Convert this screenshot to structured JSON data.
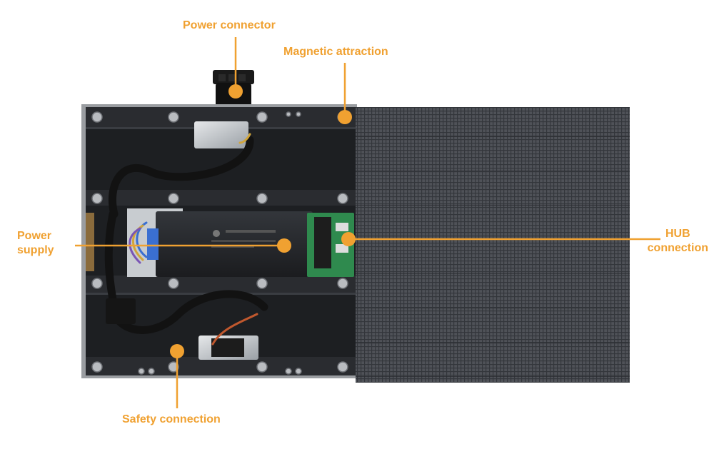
{
  "colors": {
    "accent": "#F0A131",
    "cabinet_frame": "#9a9da1",
    "cabinet_back": "#1d1f22",
    "rail": "#2a2c30",
    "panel_surface": "#4f5258",
    "panel_grid": "#33363b",
    "psu_body": "#24262a",
    "hub_board": "#2f8a4e",
    "cable_sleeve": "#121212"
  },
  "callouts": {
    "power_connector": {
      "label": "Power connector"
    },
    "magnetic_attraction": {
      "label": "Magnetic attraction"
    },
    "power_supply": {
      "line1": "Power",
      "line2": "supply"
    },
    "hub_connection": {
      "line1": "HUB",
      "line2": "connection"
    },
    "safety_connection": {
      "label": "Safety connection"
    }
  },
  "icons": [
    "power-plug-icon",
    "magnet-icon",
    "hub-board-icon",
    "safety-clip-icon"
  ]
}
